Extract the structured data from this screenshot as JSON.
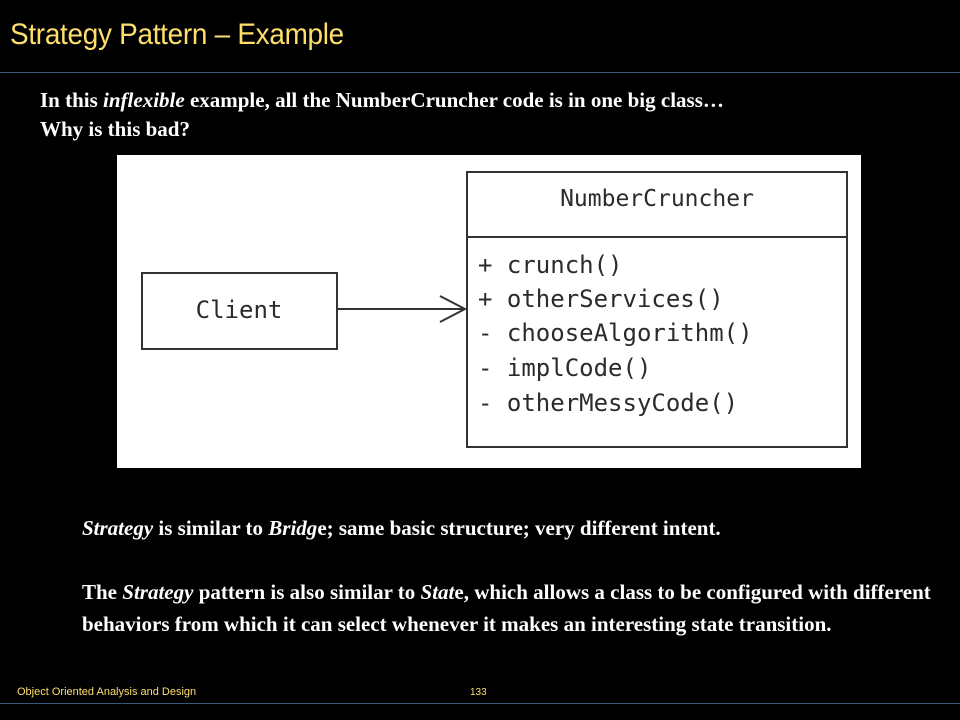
{
  "slide": {
    "title": "Strategy Pattern – Example",
    "footer": "Object Oriented Analysis and Design",
    "page_number": "133"
  },
  "intro": {
    "l1_a": "In this ",
    "l1_em": "inflexible",
    "l1_b": " example, all the NumberCruncher code is in one big class…",
    "l2": "Why is this bad?"
  },
  "diagram": {
    "client_label": "Client",
    "class_name": "NumberCruncher",
    "methods": [
      "+ crunch()",
      "+ otherServices()",
      "- chooseAlgorithm()",
      "- implCode()",
      "- otherMessyCode()"
    ]
  },
  "notes": {
    "p1_em1": "Strategy",
    "p1_a": " is similar to ",
    "p1_em2": "Bridg",
    "p1_b": "e; same basic structure; very different intent.",
    "p2_a": "The ",
    "p2_em1": "Strategy",
    "p2_b": " pattern is also similar to ",
    "p2_em2": "Stat",
    "p2_c": "e, which allows a class to be configured with different behaviors from which it can select whenever it makes an interesting state transition."
  },
  "colors": {
    "background": "#000000",
    "title": "#ffdf6b",
    "rule": "#39597a",
    "body_text": "#ffffff",
    "diagram_line": "#333333"
  }
}
